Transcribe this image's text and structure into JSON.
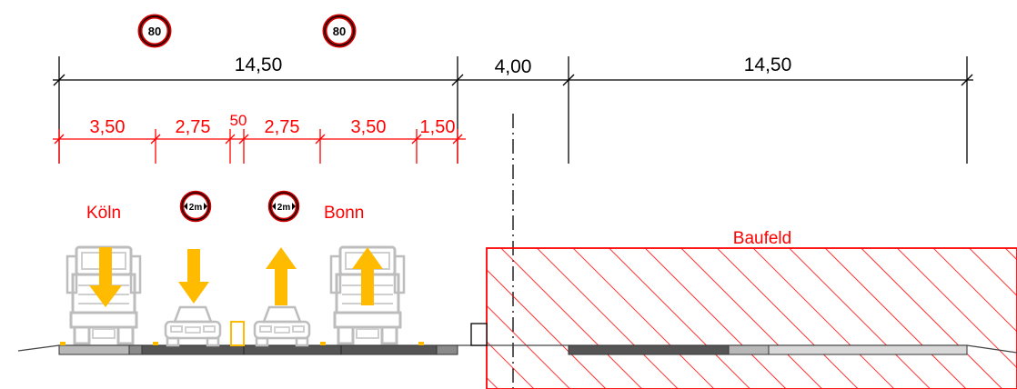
{
  "top_dims": [
    "14,50",
    "4,00",
    "14,50"
  ],
  "lane_dims": [
    "3,50",
    "2,75",
    "50",
    "2,75",
    "3,50",
    "1,50"
  ],
  "labels": {
    "left_city": "Köln",
    "right_city": "Bonn",
    "construction_zone": "Baufeld"
  },
  "signs": {
    "speed_limit": "80",
    "width_limit": "2m"
  },
  "colors": {
    "red": "#ff0000",
    "arrow": "#ffbb00",
    "vehicle": "#bdbdbd",
    "road_dark": "#555555",
    "road_light": "#b8b8b8"
  }
}
